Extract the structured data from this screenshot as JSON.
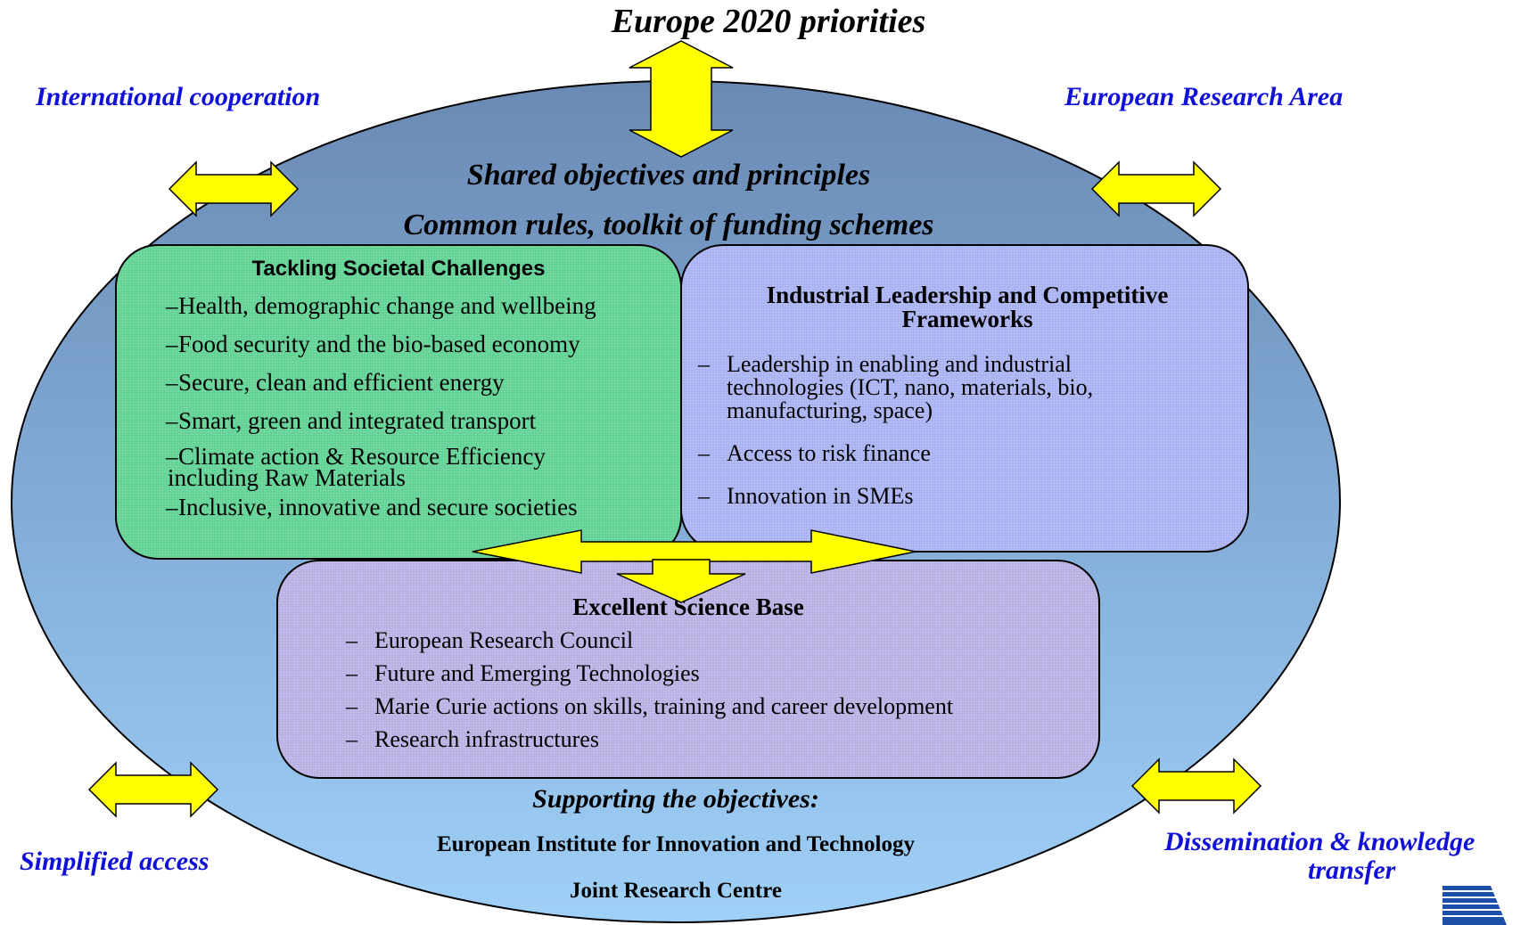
{
  "title": "Europe 2020 priorities",
  "corners": {
    "top_left": "International cooperation",
    "top_right": "European Research Area",
    "bottom_left": "Simplified access",
    "bottom_right_line1": "Dissemination & knowledge",
    "bottom_right_line2": "transfer"
  },
  "center": {
    "line1": "Shared objectives and principles",
    "line2": "Common rules, toolkit of funding schemes"
  },
  "societal": {
    "heading": "Tackling Societal Challenges",
    "items": [
      {
        "dash": "–",
        "text": "Health, demographic change and wellbeing"
      },
      {
        "dash": "–",
        "text": "Food security and the bio-based economy"
      },
      {
        "dash": "–",
        "text": "Secure, clean and efficient energy"
      },
      {
        "dash": "–",
        "text": "Smart, green and integrated transport"
      },
      {
        "dash": "–",
        "text": "Climate action & Resource Efficiency",
        "text2": "including Raw Materials"
      },
      {
        "dash": "–",
        "text": "Inclusive, innovative and secure societies"
      }
    ]
  },
  "industrial": {
    "heading": "Industrial Leadership and Competitive Frameworks",
    "items": [
      {
        "dash": "–",
        "text": "Leadership in enabling and industrial technologies (ICT, nano, materials, bio, manufacturing, space)"
      },
      {
        "dash": "–",
        "text": "Access to risk finance"
      },
      {
        "dash": "–",
        "text": "Innovation in SMEs"
      }
    ]
  },
  "science": {
    "heading": "Excellent Science Base",
    "items": [
      {
        "dash": "–",
        "text": "European Research Council"
      },
      {
        "dash": "–",
        "text": "Future and Emerging Technologies"
      },
      {
        "dash": "–",
        "text": "Marie Curie actions on skills, training and career development"
      },
      {
        "dash": "–",
        "text": "Research infrastructures"
      }
    ]
  },
  "support": {
    "heading": "Supporting the objectives:",
    "line1": "European Institute for Innovation and Technology",
    "line2": "Joint Research Centre"
  },
  "colors": {
    "ellipse_top": "#6a8ab4",
    "ellipse_bottom": "#9fd0f8",
    "arrow_fill": "#ffff00",
    "corner_text": "#1010d8",
    "societal_box": "#5fd193",
    "industrial_box": "#a7b0f2",
    "science_box": "#b7aee2",
    "logo": "#1c4fa8"
  },
  "icons": {
    "arrows": "double-headed-arrow",
    "logo": "striped-logo-icon"
  }
}
